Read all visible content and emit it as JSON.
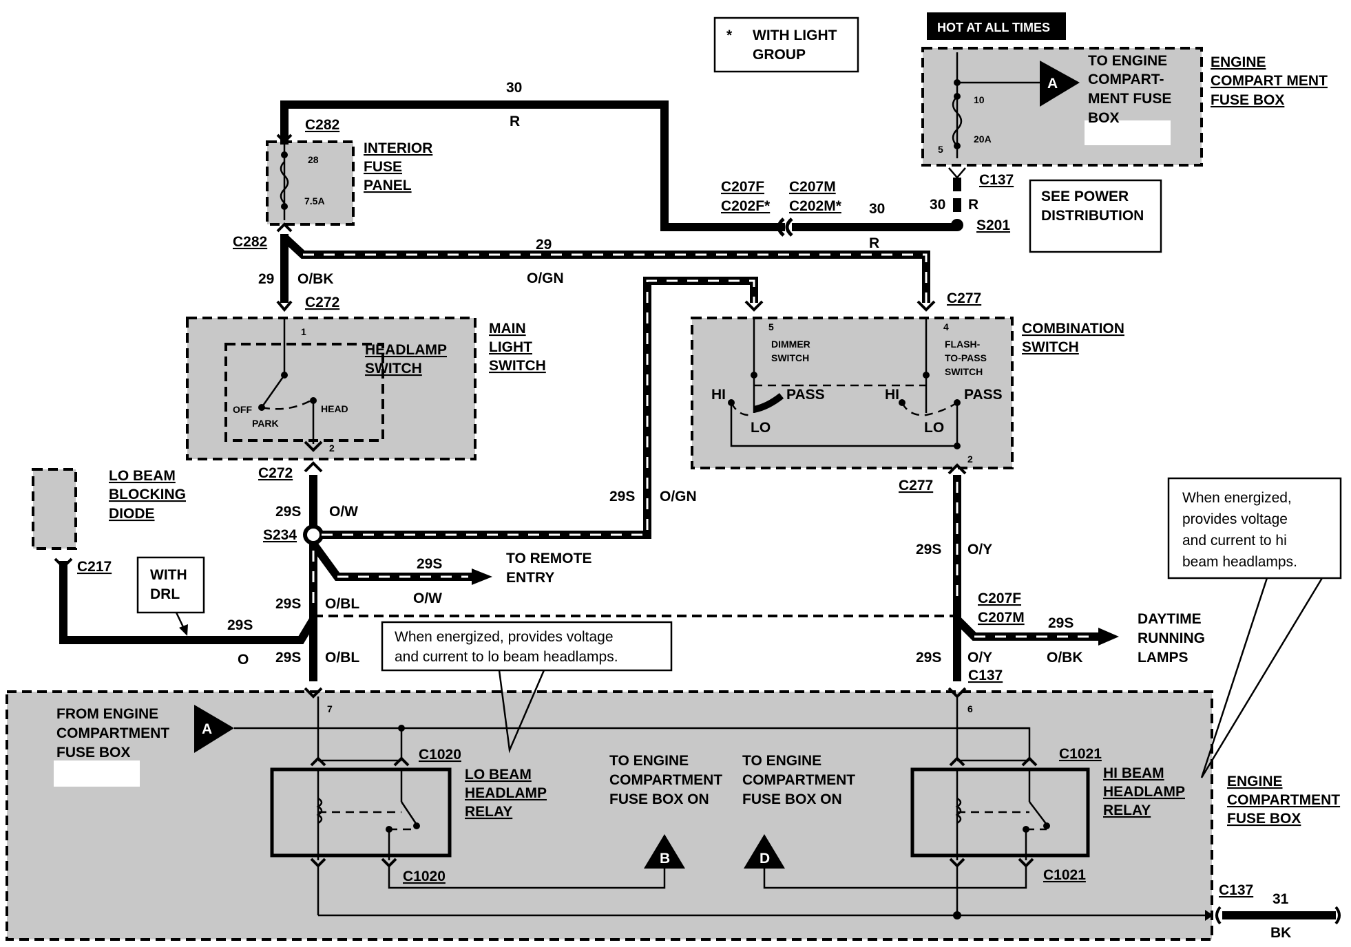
{
  "legend": {
    "line1": "WITH LIGHT",
    "line2": "GROUP",
    "star": "*"
  },
  "hot_label": "HOT AT ALL TIMES",
  "engine_fuse_box_top": {
    "title": [
      "ENGINE",
      "COMPART MENT",
      "FUSE BOX"
    ],
    "arrow_text": [
      "TO ENGINE",
      "COMPART-",
      "MENT FUSE",
      "BOX"
    ],
    "arrow_letter": "A",
    "fuse_number": "10",
    "fuse_rating": "20A",
    "pin": "5"
  },
  "interior_fuse_panel": {
    "title": [
      "INTERIOR",
      "FUSE",
      "PANEL"
    ],
    "fuse_number": "28",
    "fuse_rating": "7.5A"
  },
  "main_light_switch": {
    "title": [
      "MAIN",
      "LIGHT",
      "SWITCH"
    ],
    "sub": [
      "HEADLAMP",
      "SWITCH"
    ],
    "off": "OFF",
    "park": "PARK",
    "head": "HEAD",
    "pin1": "1",
    "pin2": "2"
  },
  "combination_switch": {
    "title": [
      "COMBINATION",
      "SWITCH"
    ],
    "dimmer": [
      "DIMMER",
      "SWITCH"
    ],
    "flash": [
      "FLASH-",
      "TO-PASS",
      "SWITCH"
    ],
    "pin5": "5",
    "pin4": "4",
    "pin2": "2",
    "hi": "HI",
    "lo": "LO",
    "pass": "PASS"
  },
  "lo_beam_diode": [
    "LO BEAM",
    "BLOCKING",
    "DIODE"
  ],
  "with_drl": [
    "WITH",
    "DRL"
  ],
  "see_power": [
    "SEE POWER",
    "DISTRIBUTION"
  ],
  "connectors": {
    "c282": "C282",
    "c272": "C272",
    "c277": "C277",
    "c217": "C217",
    "c137": "C137",
    "c207f_c202f": [
      "C207F",
      "C202F*"
    ],
    "c207m_c202m": [
      "C207M",
      "C202M*"
    ],
    "c207f_c207m": [
      "C207F",
      "C207M"
    ],
    "c1020": "C1020",
    "c1021": "C1021",
    "s201": "S201",
    "s234": "S234"
  },
  "wires": {
    "w30": "30",
    "r": "R",
    "w29": "29",
    "obk": "O/BK",
    "ogn": "O/GN",
    "w29s": "29S",
    "ow": "O/W",
    "obl": "O/BL",
    "o": "O",
    "oy": "O/Y",
    "w31": "31",
    "bk": "BK"
  },
  "to_remote_entry": [
    "TO REMOTE",
    "ENTRY"
  ],
  "daytime_lamps": [
    "DAYTIME",
    "RUNNING",
    "LAMPS"
  ],
  "callout_lo": [
    "When energized, provides voltage",
    "and current to lo beam headlamps."
  ],
  "callout_hi": [
    "When energized,",
    "provides voltage",
    "and current to hi",
    "beam headlamps."
  ],
  "engine_fuse_box_bottom": {
    "from": [
      "FROM ENGINE",
      "COMPARTMENT",
      "FUSE BOX"
    ],
    "title": [
      "ENGINE",
      "COMPARTMENT",
      "FUSE BOX"
    ],
    "to_b": [
      "TO ENGINE",
      "COMPARTMENT",
      "FUSE BOX ON"
    ],
    "to_d": [
      "TO ENGINE",
      "COMPARTMENT",
      "FUSE BOX ON"
    ],
    "letter_a": "A",
    "letter_b": "B",
    "letter_d": "D",
    "pin7": "7",
    "pin6": "6"
  },
  "lo_relay": [
    "LO BEAM",
    "HEADLAMP",
    "RELAY"
  ],
  "hi_relay": [
    "HI BEAM",
    "HEADLAMP",
    "RELAY"
  ]
}
